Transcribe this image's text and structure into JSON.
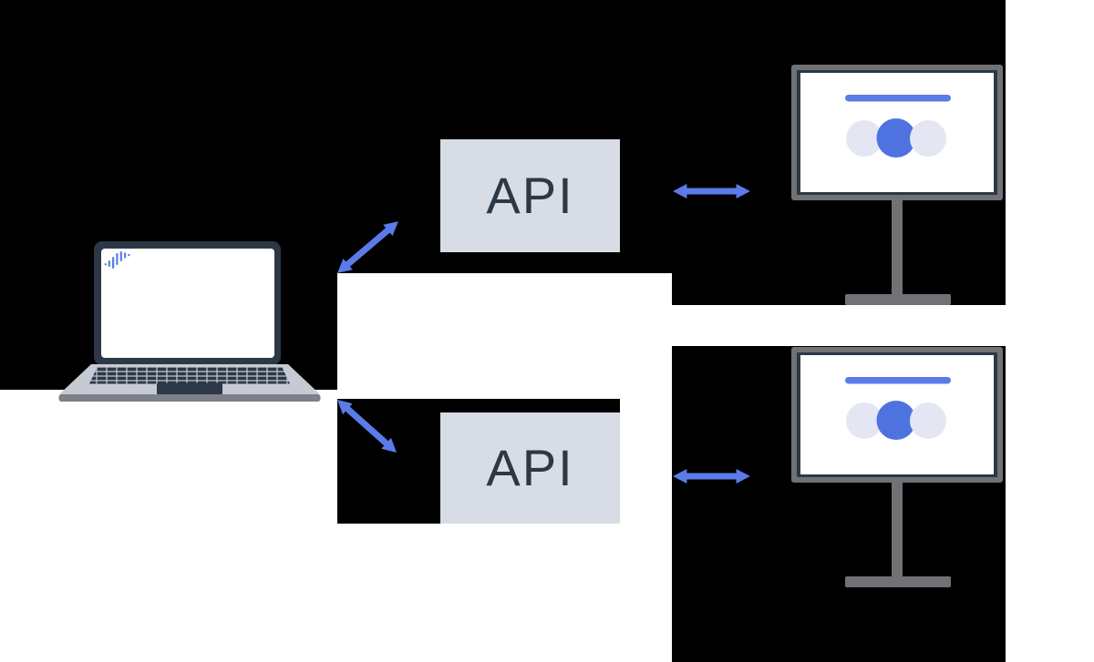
{
  "canvas": {
    "background_color": "#000000",
    "panel_color": "#ffffff"
  },
  "palette": {
    "accent_blue": "#5b7ce8",
    "circle_blue": "#4e73e1",
    "circle_light": "#e4e7f3",
    "dark_navy": "#2c3845",
    "api_box_fill": "#d7dce5",
    "monitor_frame_gray": "#707276",
    "laptop_deck_gray": "#c6cad3",
    "laptop_base_gray": "#7d8089"
  },
  "laptop": {
    "icon": "laptop-icon",
    "screen_logo_icon": "waveform-logo-icon"
  },
  "api_boxes": [
    {
      "label": "API"
    },
    {
      "label": "API"
    }
  ],
  "monitors": [
    {
      "icon": "presentation-monitor-icon",
      "screen_elements": [
        "title-bar",
        "three-overlapping-circles"
      ]
    },
    {
      "icon": "presentation-monitor-icon",
      "screen_elements": [
        "title-bar",
        "three-overlapping-circles"
      ]
    }
  ],
  "connections": [
    {
      "from": "laptop",
      "to": "api-box-top",
      "style": "bidirectional-diagonal-arrow"
    },
    {
      "from": "laptop",
      "to": "api-box-bottom",
      "style": "bidirectional-diagonal-arrow"
    },
    {
      "from": "api-box-top",
      "to": "monitor-top",
      "style": "bidirectional-horizontal-arrow"
    },
    {
      "from": "api-box-bottom",
      "to": "monitor-bottom",
      "style": "bidirectional-horizontal-arrow"
    }
  ]
}
